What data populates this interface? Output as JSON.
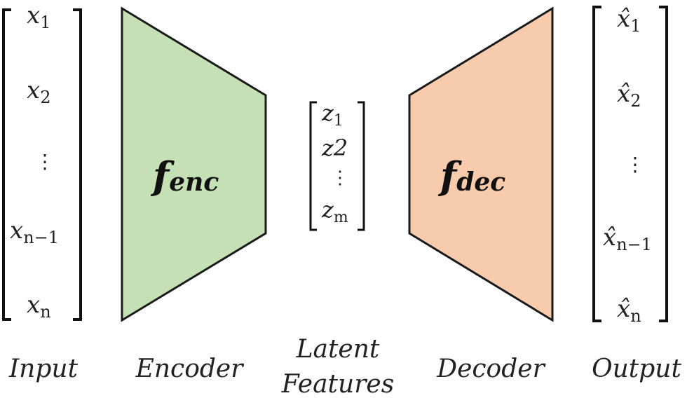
{
  "colors": {
    "encoder_fill": "#c5e0b4",
    "decoder_fill": "#f8cbad",
    "stroke": "#1a1a1a"
  },
  "input": {
    "items": [
      {
        "base": "x",
        "sub": "1"
      },
      {
        "base": "x",
        "sub": "2"
      },
      {
        "base": "⋮",
        "sub": ""
      },
      {
        "base": "x",
        "sub": "n−1"
      },
      {
        "base": "x",
        "sub": "n"
      }
    ],
    "caption": "Input"
  },
  "encoder": {
    "symbol": "f",
    "sub": "enc",
    "caption": "Encoder"
  },
  "latent": {
    "items": [
      {
        "base": "z",
        "sub": "1"
      },
      {
        "base": "z2",
        "sub": ""
      },
      {
        "base": "⋮",
        "sub": ""
      },
      {
        "base": "z",
        "sub": "m"
      }
    ],
    "caption_line1": "Latent",
    "caption_line2": "Features"
  },
  "decoder": {
    "symbol": "f",
    "sub": "dec",
    "caption": "Decoder"
  },
  "output": {
    "items": [
      {
        "base": "x̂",
        "sub": "1"
      },
      {
        "base": "x̂",
        "sub": "2"
      },
      {
        "base": "⋮",
        "sub": ""
      },
      {
        "base": "x̂",
        "sub": "n−1"
      },
      {
        "base": "x̂",
        "sub": "n"
      }
    ],
    "caption": "Output"
  }
}
